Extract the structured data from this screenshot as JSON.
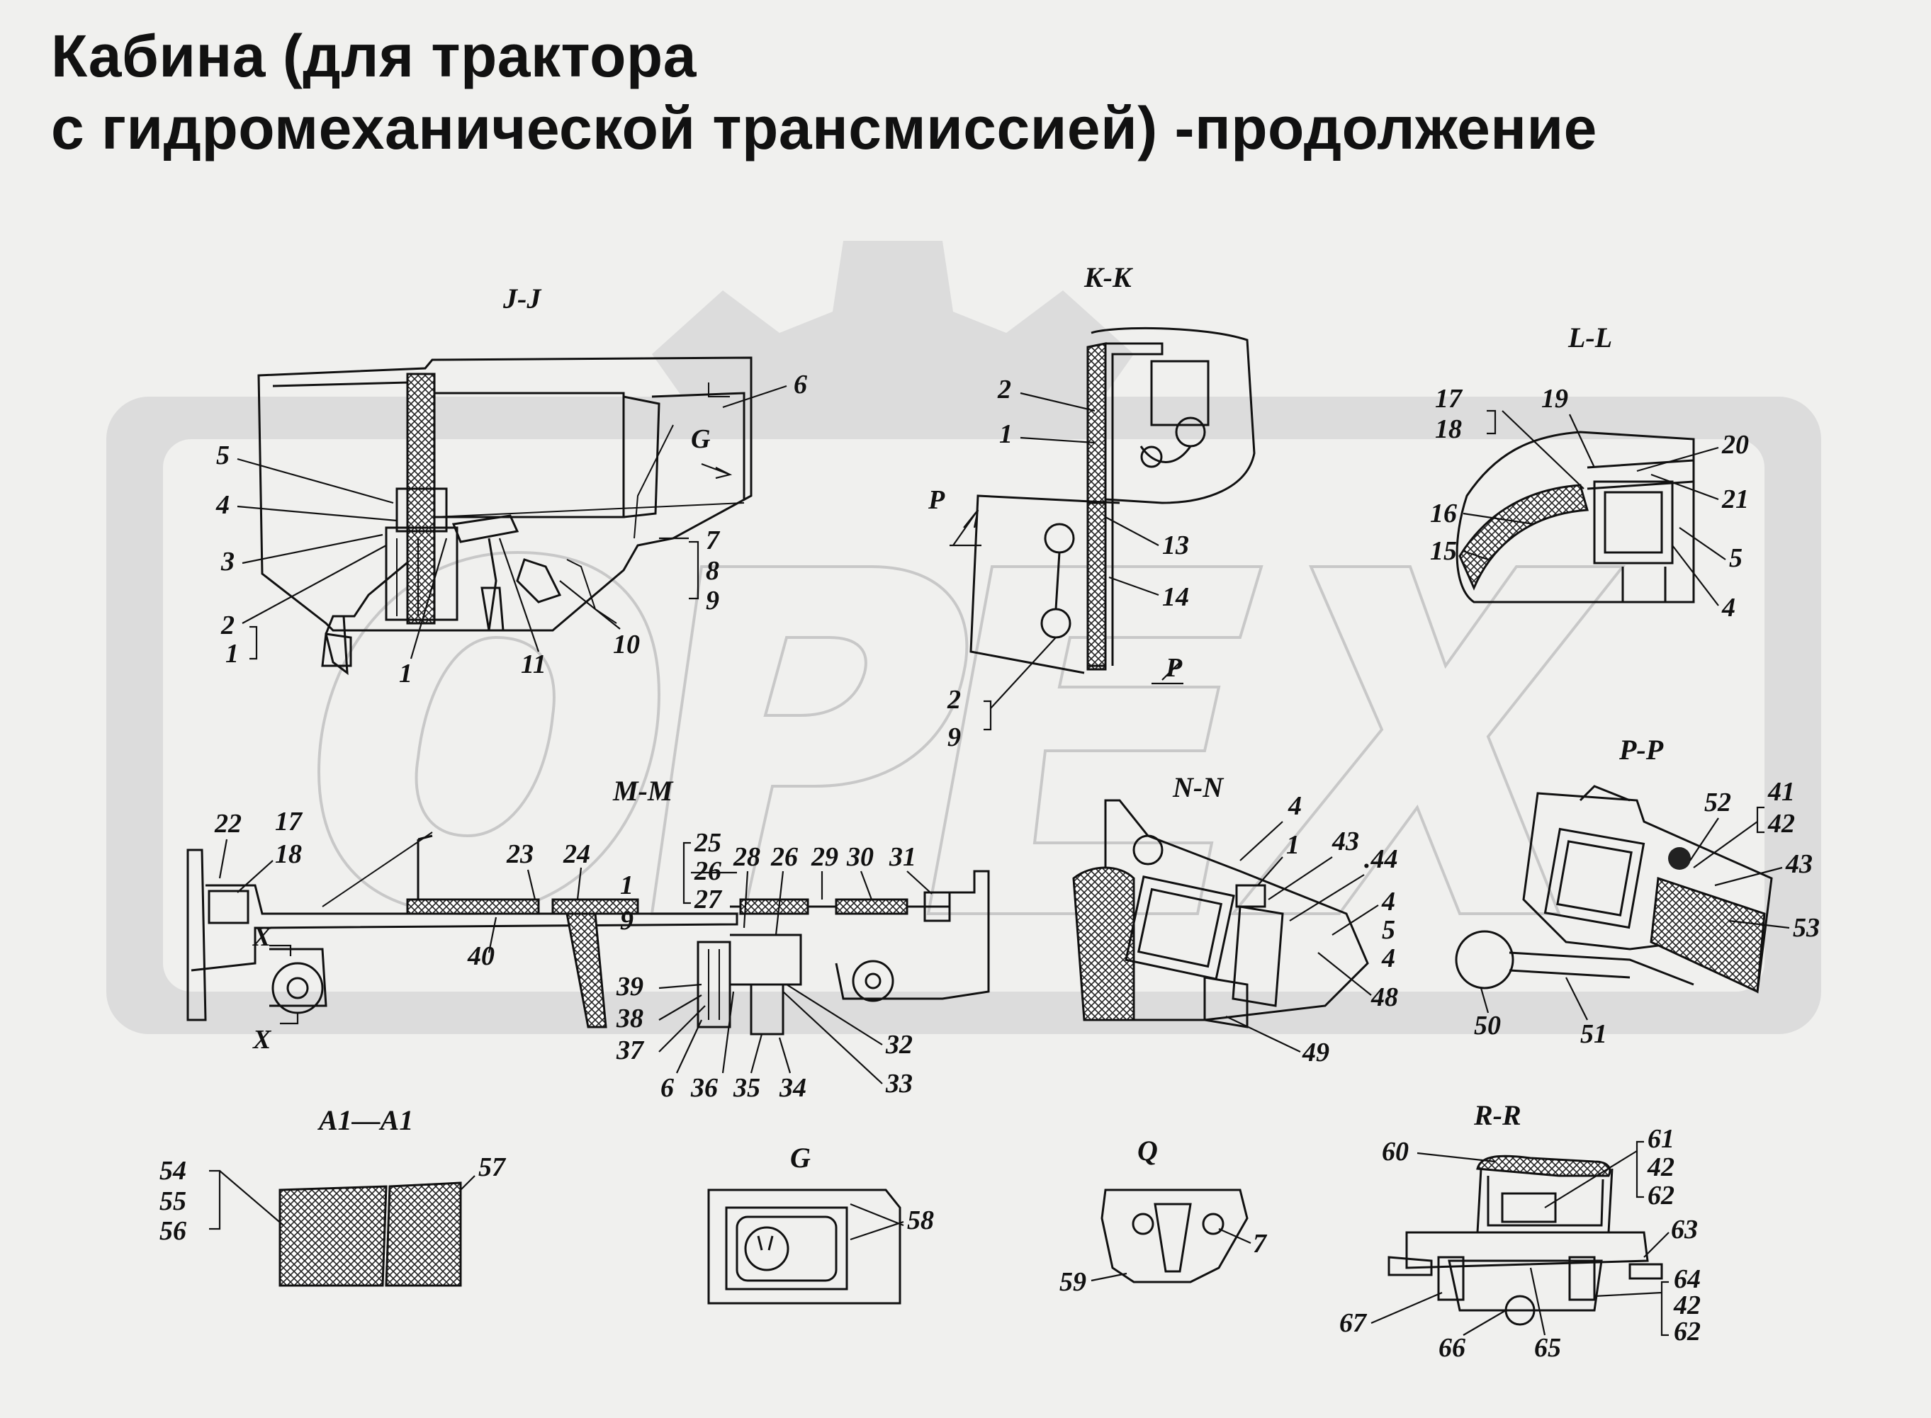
{
  "title": {
    "line1": "Кабина (для трактора",
    "line2": "с гидромеханической трансмиссией) -продолжение"
  },
  "watermark": {
    "text": "OPEX",
    "color": "#dcdcdc"
  },
  "views": {
    "jj": "J-J",
    "kk": "K-K",
    "ll": "L-L",
    "mm": "M-M",
    "nn": "N-N",
    "pp": "P-P",
    "a1": "A1—A1",
    "g": "G",
    "q": "Q",
    "rr": "R-R"
  },
  "section_marks": {
    "g_arrow": "G",
    "p_top": "P",
    "p_bottom": "P",
    "x_top": "X",
    "x_bottom": "X"
  },
  "callouts": {
    "jj": [
      "6",
      "5",
      "4",
      "3",
      "2",
      "1",
      "1",
      "11",
      "10",
      "7",
      "8",
      "9"
    ],
    "kk": [
      "2",
      "1",
      "13",
      "14",
      "2",
      "9"
    ],
    "ll": [
      "17",
      "18",
      "19",
      "20",
      "21",
      "16",
      "15",
      "5",
      "4"
    ],
    "mm": [
      "22",
      "17",
      "18",
      "23",
      "40",
      "24",
      "1",
      "9",
      "25",
      "26",
      "27",
      "28",
      "26",
      "29",
      "30",
      "31",
      "39",
      "38",
      "37",
      "6",
      "36",
      "35",
      "34",
      "32",
      "33"
    ],
    "nn": [
      "4",
      "1",
      "43",
      ".44",
      "4",
      "5",
      "4",
      "48",
      "49"
    ],
    "pp": [
      "52",
      "41",
      "42",
      "43",
      "53",
      "50",
      "51"
    ],
    "a1": [
      "54",
      "55",
      "56",
      "57"
    ],
    "g": [
      "58"
    ],
    "q": [
      "7",
      "59"
    ],
    "rr": [
      "60",
      "61",
      "42",
      "62",
      "63",
      "64",
      "42",
      "62",
      "67",
      "66",
      "65"
    ]
  }
}
